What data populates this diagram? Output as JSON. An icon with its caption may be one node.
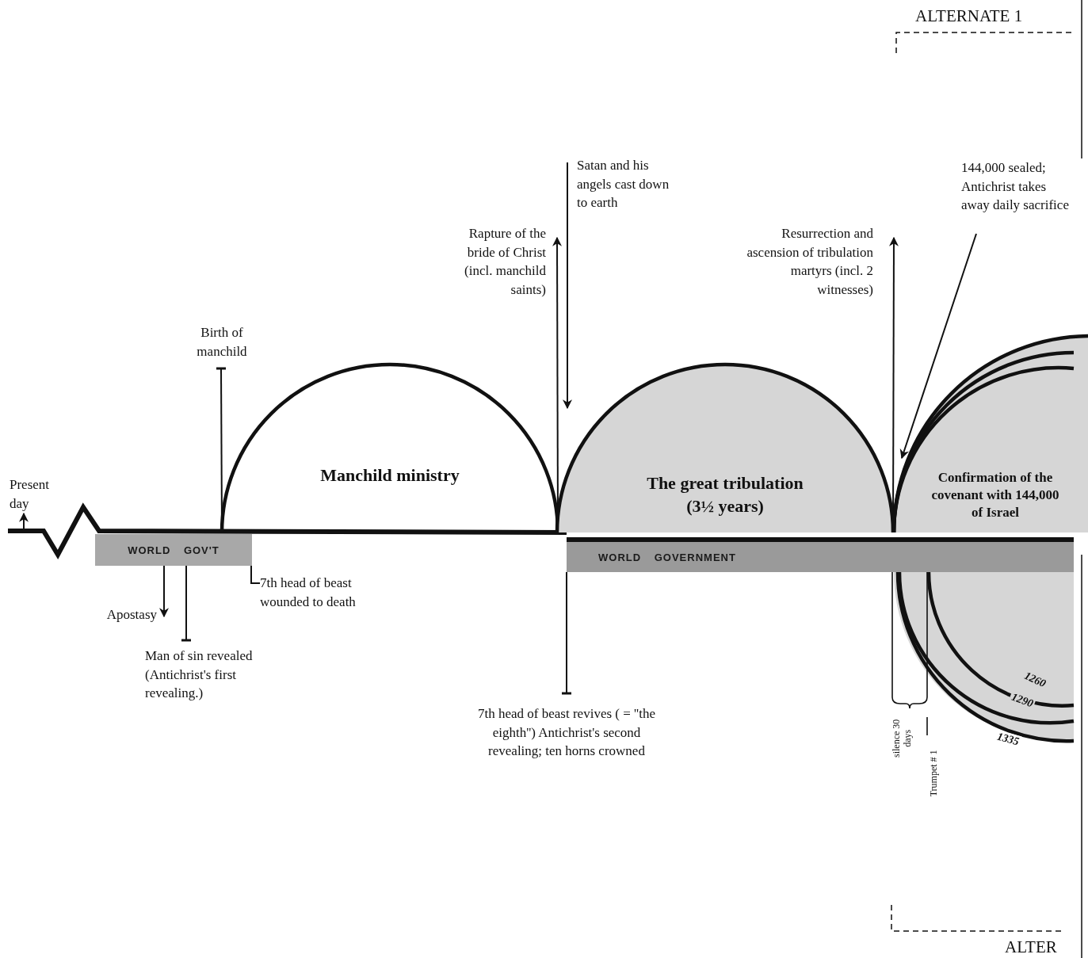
{
  "diagram": {
    "nodes": [
      {
        "text": [
          "Present day"
        ]
      },
      {
        "text": [
          "WORLD GOV'T"
        ]
      },
      {
        "text": [
          "Birth of manchild"
        ]
      },
      {
        "text": [
          "Manchild ministry"
        ]
      },
      {
        "text": [
          "Rapture of the bride of Christ (incl. manchild saints)"
        ]
      },
      {
        "text": [
          "Satan and his angels cast down to earth"
        ]
      },
      {
        "text": [
          "The great tribulation (3½ years)"
        ]
      },
      {
        "text": [
          "Resurrection and ascension of tribulation martyrs (incl. 2 witnesses)"
        ]
      },
      {
        "text": [
          "144,000 sealed; Antichrist takes away daily sacrifice"
        ]
      },
      {
        "text": [
          "Confirmation of the covenant with 144,000 of Israel"
        ]
      },
      {
        "text": [
          "WORLD GOVERNMENT"
        ]
      },
      {
        "text": [
          "Apostasy"
        ]
      },
      {
        "text": [
          "Man of sin revealed (Antichrist's first revealing.)"
        ]
      },
      {
        "text": [
          "7th head of beast wounded to death"
        ]
      },
      {
        "text": [
          "7th head of beast revives ( = ''the eighth'') Antichrist's second revealing; ten horns crowned"
        ]
      }
    ],
    "edges": [
      {
        "from": null,
        "to": 0,
        "arrow": "to"
      },
      {
        "from": 3,
        "to": 2,
        "arrow": "other"
      },
      {
        "from": 1,
        "to": 11,
        "arrow": "to"
      },
      {
        "from": 1,
        "to": 12,
        "arrow": "other"
      },
      {
        "from": 1,
        "to": 13,
        "arrow": "none"
      },
      {
        "from": 3,
        "to": 4,
        "arrow": "to"
      },
      {
        "from": 5,
        "to": 3,
        "arrow": "to"
      },
      {
        "from": 6,
        "to": 7,
        "arrow": "to"
      },
      {
        "from": 8,
        "to": 9,
        "arrow": "to"
      },
      {
        "from": 10,
        "to": 14,
        "arrow": "other"
      }
    ],
    "labels": [
      "ALTERNATE 1",
      "1260",
      "1290",
      "1335",
      "silence 30 days",
      "Trumpet # 1",
      "ALTER"
    ]
  }
}
